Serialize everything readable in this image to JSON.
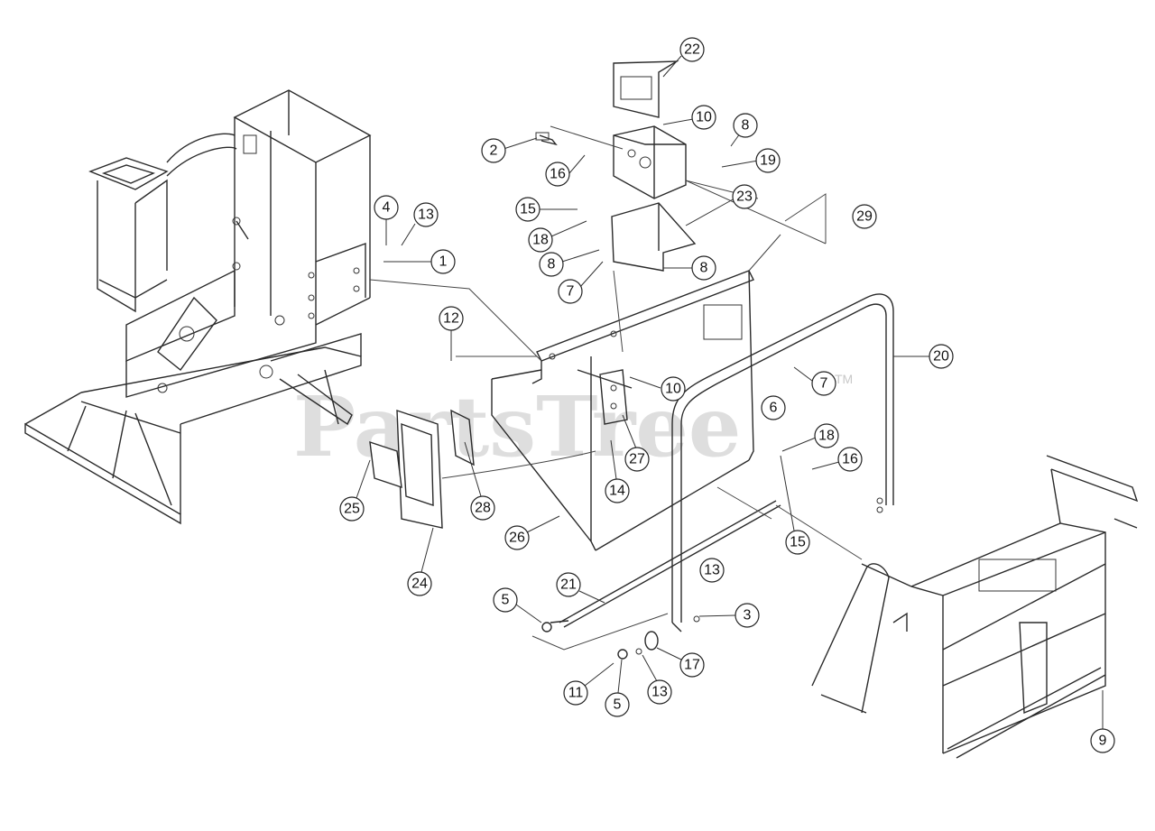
{
  "watermark": {
    "brand": "PartsTree",
    "trademark": "TM"
  },
  "callouts": [
    {
      "id": "c22",
      "label": "22"
    },
    {
      "id": "c10a",
      "label": "10"
    },
    {
      "id": "c8a",
      "label": "8"
    },
    {
      "id": "c2",
      "label": "2"
    },
    {
      "id": "c19",
      "label": "19"
    },
    {
      "id": "c16a",
      "label": "16"
    },
    {
      "id": "c23",
      "label": "23"
    },
    {
      "id": "c29",
      "label": "29"
    },
    {
      "id": "c4",
      "label": "4"
    },
    {
      "id": "c13a",
      "label": "13"
    },
    {
      "id": "c15a",
      "label": "15"
    },
    {
      "id": "c18a",
      "label": "18"
    },
    {
      "id": "c1",
      "label": "1"
    },
    {
      "id": "c8b",
      "label": "8"
    },
    {
      "id": "c8c",
      "label": "8"
    },
    {
      "id": "c7a",
      "label": "7"
    },
    {
      "id": "c12",
      "label": "12"
    },
    {
      "id": "c20",
      "label": "20"
    },
    {
      "id": "c10b",
      "label": "10"
    },
    {
      "id": "c7b",
      "label": "7"
    },
    {
      "id": "c6",
      "label": "6"
    },
    {
      "id": "c18b",
      "label": "18"
    },
    {
      "id": "c16b",
      "label": "16"
    },
    {
      "id": "c27",
      "label": "27"
    },
    {
      "id": "c14",
      "label": "14"
    },
    {
      "id": "c25",
      "label": "25"
    },
    {
      "id": "c28",
      "label": "28"
    },
    {
      "id": "c26",
      "label": "26"
    },
    {
      "id": "c15b",
      "label": "15"
    },
    {
      "id": "c24",
      "label": "24"
    },
    {
      "id": "c13b",
      "label": "13"
    },
    {
      "id": "c21",
      "label": "21"
    },
    {
      "id": "c5a",
      "label": "5"
    },
    {
      "id": "c3",
      "label": "3"
    },
    {
      "id": "c17",
      "label": "17"
    },
    {
      "id": "c11",
      "label": "11"
    },
    {
      "id": "c5b",
      "label": "5"
    },
    {
      "id": "c13c",
      "label": "13"
    },
    {
      "id": "c9",
      "label": "9"
    }
  ]
}
